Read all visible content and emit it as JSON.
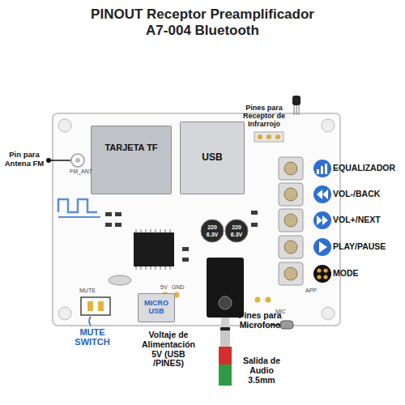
{
  "diagram": {
    "title": "PINOUT Receptor Preamplificador A7-004 Bluetooth",
    "nodes": [
      {
        "text": [
          "TARJETA TF"
        ]
      },
      {
        "text": [
          "USB"
        ]
      },
      {
        "text": [
          "MICRO USB"
        ]
      }
    ],
    "labels": [
      "Pin para Antena FM",
      "Pines para Receptor de Infrarrojo",
      "EQUALIZADOR",
      "VOL-/BACK",
      "VOL+/NEXT",
      "PLAY/PAUSE",
      "MODE",
      "MUTE SWITCH",
      "Voltaje de Alimentación 5V (USB /PINES)",
      "Pines para Microfono",
      "Salida de Audio 3.5mm",
      "FM_ANT",
      "MUTE",
      "5V",
      "GND",
      "MIC",
      "APP",
      "220",
      "6.3V",
      "220",
      "6.3V"
    ]
  }
}
